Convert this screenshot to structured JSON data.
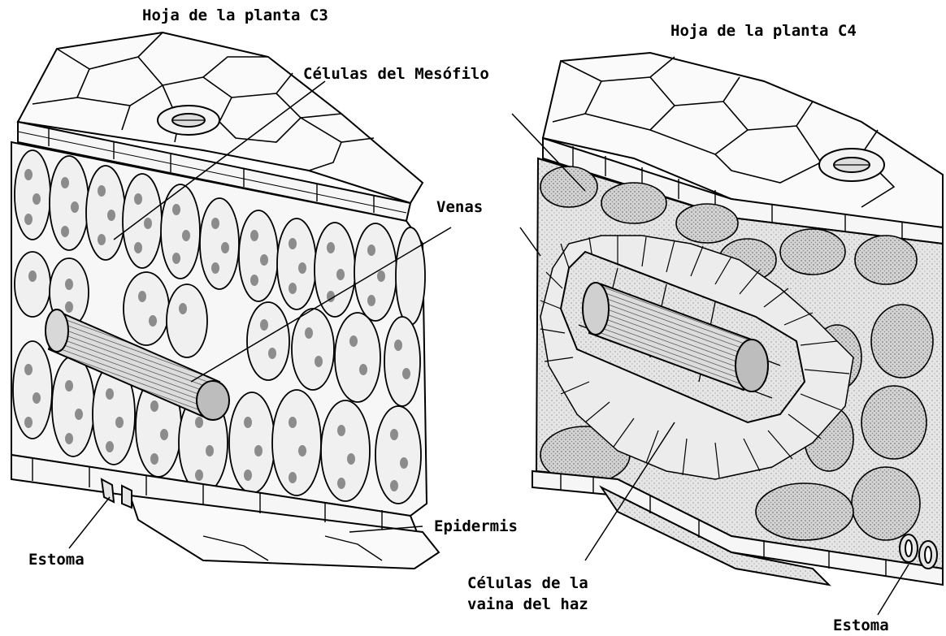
{
  "titles": {
    "c3": "Hoja de la planta C3",
    "c4": "Hoja de la planta C4"
  },
  "labels": {
    "mesophyll": "Células del Mesófilo",
    "veins": "Venas",
    "epidermis": "Epidermis",
    "stoma_left": "Estoma",
    "stoma_right": "Estoma",
    "bundle_sheath_line1": "Células de la",
    "bundle_sheath_line2": "vaina del haz"
  },
  "colors": {
    "ink": "#000000",
    "cell_fill": "#f2f2f2",
    "stipple": "#c9c9c9",
    "chloroplast": "#8c8c8c",
    "background": "#ffffff"
  }
}
